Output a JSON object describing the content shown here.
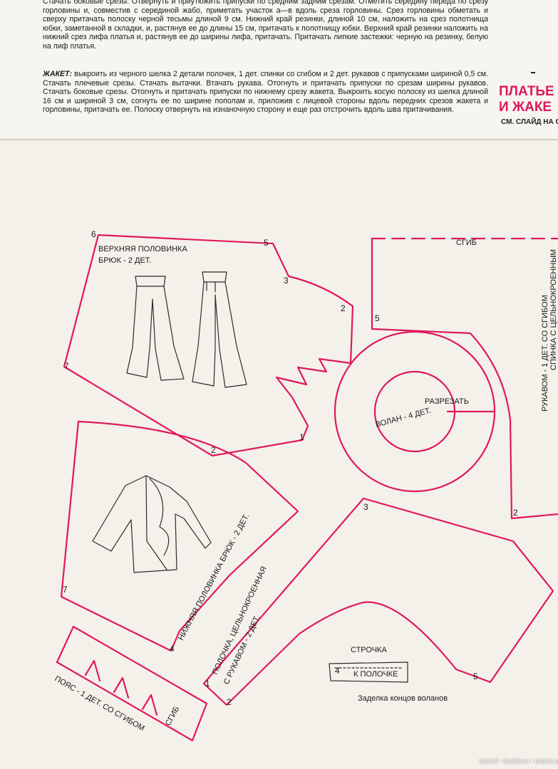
{
  "article": {
    "paragraph1": "Стачать боковые срезы. Отвернуть и приутюжить припуски по средним задним срезам. Отметить середину переда по срезу горловины и, совместив с серединой жабо, приметать участок а—в вдоль среза горловины. Срез горловины обметать и сверху притачать полоску черной тесьмы длиной 9 см. Нижний край резинки, длиной 10 см, наложить на срез полотнища юбки, заметанной в складки, и, растянув ее до длины 15 см, притачать к полотнищу юбки. Верхний край резинки наложить на нижний срез лифа платья и, растянув ее до ширины лифа, притачать. Притачать липкие застежки: черную на резинку, белую на лиф платья.",
    "jacket_lead": "ЖАКЕТ:",
    "jacket_text": " выкроить из черного шелка 2 детали полочек, 1 дет. спинки со сгибом и 2 дет. рукавов с припусками шириной 0,5 см. Стачать плечевые срезы. Стачать вытачки. Втачать рукава. Отогнуть и притачать припуски по срезам ширины рукавов. Стачать боковые срезы. Отогнуть и притачать припуски по нижнему срезу жакета. Выкроить косую полоску из шелка длиной 16 см и шириной 3 см, согнуть ее по ширине пополам и, приложив с лицевой стороны вдоль передних срезов жакета и горловины, притачать ее. Полоску отвернуть на изнаночную сторону и еще раз отстрочить вдоль шва притачивания."
  },
  "sidebar": {
    "title_line1": "ПЛАТЬЕ",
    "title_line2": "И ЖАКЕ",
    "subtitle": "СМ. СЛАЙД НА С"
  },
  "pattern": {
    "trouser_upper_label_1": "ВЕРХНЯЯ ПОЛОВИНКА",
    "trouser_upper_label_2": "БРЮК - 2 ДЕТ.",
    "fold_label": "СГИБ",
    "back_label_1": "СПИНКА С ЦЕЛЬНОКРОЕННЫМ",
    "back_label_2": "РУКАВОМ - 1 ДЕТ. СО СГИБОМ",
    "flounce_cut": "РАЗРЕЗАТЬ",
    "flounce_label": "ВОЛАН - 4 ДЕТ.",
    "trouser_lower_label": "НИЖНЯЯ ПОЛОВИНКА БРЮК - 2 ДЕТ.",
    "front_label_1": "ПОЛОЧКА, ЦЕЛЬНОКРОЕННАЯ",
    "front_label_2": "С РУКАВОМ - 2 ДЕТ.",
    "belt_label": "ПОЯС - 1 ДЕТ. СО СГИБОМ",
    "belt_fold": "СГИБ",
    "stitch_label": "СТРОЧКА",
    "to_front_label": "К ПОЛОЧКЕ",
    "flounce_ends_caption": "Заделка концов воланов",
    "marks": [
      "1",
      "2",
      "3",
      "4",
      "5",
      "6",
      "7"
    ]
  },
  "watermark": "Aleks2 • Байбики • babiki.ru",
  "colors": {
    "pattern_line": "#e0185e",
    "ink": "#1a1a1a",
    "paper": "#f4f1ea"
  }
}
